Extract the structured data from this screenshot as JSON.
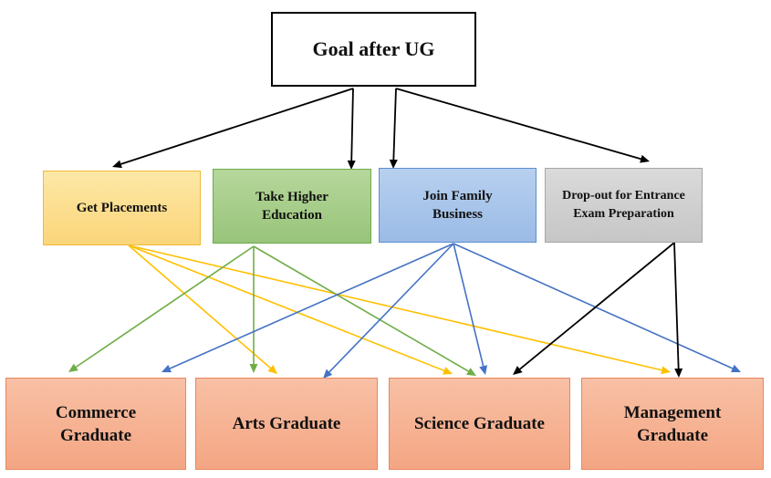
{
  "root": {
    "label": "Goal after UG"
  },
  "goals": [
    {
      "label": "Get Placements"
    },
    {
      "label": "Take Higher\nEducation"
    },
    {
      "label": "Join Family\nBusiness"
    },
    {
      "label": "Drop-out for Entrance\nExam Preparation"
    }
  ],
  "outcomes": [
    {
      "label": "Commerce\nGraduate"
    },
    {
      "label": "Arts Graduate"
    },
    {
      "label": "Science Graduate"
    },
    {
      "label": "Management\nGraduate"
    }
  ],
  "colors": {
    "root_edges": "#000000",
    "placements_edges": "#ffc000",
    "higher_education_edges": "#70ad47",
    "family_business_edges": "#4472c4",
    "dropout_edges": "#000000"
  },
  "edges": [
    {
      "from": "root",
      "to": "goal-1",
      "color_key": "root_edges"
    },
    {
      "from": "root",
      "to": "goal-2",
      "color_key": "root_edges"
    },
    {
      "from": "root",
      "to": "goal-3",
      "color_key": "root_edges"
    },
    {
      "from": "root",
      "to": "goal-4",
      "color_key": "root_edges"
    },
    {
      "from": "goal-1",
      "to": "outcome-2",
      "color_key": "placements_edges"
    },
    {
      "from": "goal-1",
      "to": "outcome-3",
      "color_key": "placements_edges"
    },
    {
      "from": "goal-1",
      "to": "outcome-4",
      "color_key": "placements_edges"
    },
    {
      "from": "goal-2",
      "to": "outcome-1",
      "color_key": "higher_education_edges"
    },
    {
      "from": "goal-2",
      "to": "outcome-2",
      "color_key": "higher_education_edges"
    },
    {
      "from": "goal-2",
      "to": "outcome-3",
      "color_key": "higher_education_edges"
    },
    {
      "from": "goal-3",
      "to": "outcome-1",
      "color_key": "family_business_edges"
    },
    {
      "from": "goal-3",
      "to": "outcome-2",
      "color_key": "family_business_edges"
    },
    {
      "from": "goal-3",
      "to": "outcome-3",
      "color_key": "family_business_edges"
    },
    {
      "from": "goal-3",
      "to": "outcome-4",
      "color_key": "family_business_edges"
    },
    {
      "from": "goal-4",
      "to": "outcome-3",
      "color_key": "dropout_edges"
    },
    {
      "from": "goal-4",
      "to": "outcome-4",
      "color_key": "dropout_edges"
    }
  ]
}
